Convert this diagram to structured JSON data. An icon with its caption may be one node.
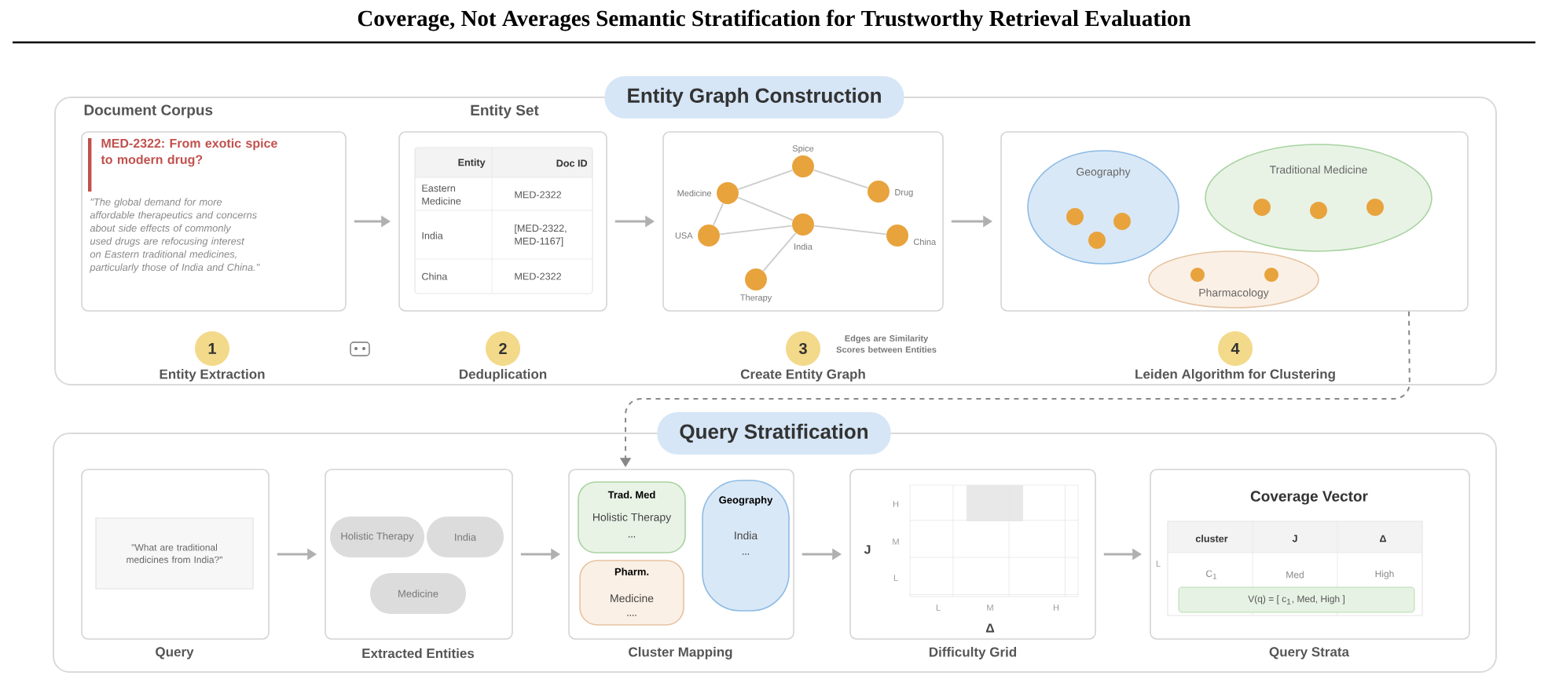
{
  "diagram": {
    "title": "Coverage, Not Averages Semantic Stratification for Trustworthy Retrieval Evaluation",
    "nodes": [
      {
        "text": [
          "Entity Graph Construction"
        ]
      },
      {
        "text": [
          "Document Corpus",
          "MED-2322: From exotic spice to modern drug?",
          "\"The global demand for more affordable therapeutics and concerns about side effects of commonly used drugs are refocusing interest on Eastern traditional medicines, particularly those of India and China.\""
        ],
        "in": 0
      },
      {
        "text": [
          "Entity Set"
        ],
        "in": 0
      },
      {
        "text": [],
        "shape": "box",
        "in": 0
      },
      {
        "text": [],
        "shape": "circle",
        "beside": [
          "Spice"
        ],
        "in": 3
      },
      {
        "text": [],
        "shape": "circle",
        "beside": [
          "Medicine"
        ],
        "in": 3
      },
      {
        "text": [],
        "shape": "circle",
        "beside": [
          "Drug"
        ],
        "in": 3
      },
      {
        "text": [],
        "shape": "circle",
        "beside": [
          "USA"
        ],
        "in": 3
      },
      {
        "text": [],
        "shape": "circle",
        "beside": [
          "India"
        ],
        "in": 3
      },
      {
        "text": [],
        "shape": "circle",
        "beside": [
          "China"
        ],
        "in": 3
      },
      {
        "text": [],
        "shape": "circle",
        "beside": [
          "Therapy"
        ],
        "in": 3
      },
      {
        "text": [],
        "shape": "box",
        "in": 0
      },
      {
        "text": [
          "Geography"
        ],
        "in": 11
      },
      {
        "text": [],
        "shape": "circle",
        "in": 12
      },
      {
        "text": [],
        "shape": "circle",
        "in": 12
      },
      {
        "text": [],
        "shape": "circle",
        "in": 12
      },
      {
        "text": [
          "Traditional Medicine"
        ],
        "in": 11
      },
      {
        "text": [],
        "shape": "circle",
        "in": 16
      },
      {
        "text": [],
        "shape": "circle",
        "in": 16
      },
      {
        "text": [],
        "shape": "circle",
        "in": 16
      },
      {
        "text": [
          "Pharmacology"
        ],
        "in": 11
      },
      {
        "text": [],
        "shape": "circle",
        "in": 20
      },
      {
        "text": [],
        "shape": "circle",
        "in": 20
      },
      {
        "text": [
          "1"
        ],
        "beside": [
          "Entity Extraction"
        ],
        "in": 0
      },
      {
        "text": [
          "2"
        ],
        "beside": [
          "Deduplication"
        ],
        "in": 0
      },
      {
        "text": [
          "3"
        ],
        "beside": [
          "Edges are Similarity Scores between Entities",
          "Create Entity Graph"
        ],
        "in": 0
      },
      {
        "text": [
          "4"
        ],
        "beside": [
          "Leiden Algorithm for Clustering"
        ],
        "in": 0
      },
      {
        "text": [
          "Query Stratification"
        ]
      },
      {
        "text": [
          "Query"
        ],
        "in": 27
      },
      {
        "text": [
          "\"What are traditional medicines from India?\""
        ],
        "in": 28
      },
      {
        "text": [
          "Extracted Entities"
        ],
        "in": 27
      },
      {
        "text": [
          "Holistic Therapy"
        ],
        "in": 30
      },
      {
        "text": [
          "India"
        ],
        "in": 30
      },
      {
        "text": [
          "Medicine"
        ],
        "in": 30
      },
      {
        "text": [
          "Cluster Mapping"
        ],
        "in": 27
      },
      {
        "text": [
          "Trad. Med",
          "Holistic Therapy",
          "..."
        ],
        "in": 34
      },
      {
        "text": [
          "Geography",
          "India",
          "..."
        ],
        "in": 34
      },
      {
        "text": [
          "Pharm.",
          "Medicine",
          "...."
        ],
        "in": 34
      },
      {
        "text": [
          "Difficulty Grid"
        ],
        "in": 27
      },
      {
        "text": [
          "Coverage Vector",
          "Query Strata"
        ],
        "in": 27
      }
    ],
    "edges": [
      {
        "from": 1,
        "to": 2,
        "arrow": "to"
      },
      {
        "from": 2,
        "to": 3,
        "arrow": "to"
      },
      {
        "from": 3,
        "to": 11,
        "arrow": "to"
      },
      {
        "from": 4,
        "to": 5,
        "arrow": "none"
      },
      {
        "from": 4,
        "to": 6,
        "arrow": "none"
      },
      {
        "from": 5,
        "to": 8,
        "arrow": "none"
      },
      {
        "from": 5,
        "to": 7,
        "arrow": "none"
      },
      {
        "from": 7,
        "to": 8,
        "arrow": "none"
      },
      {
        "from": 8,
        "to": 9,
        "arrow": "none"
      },
      {
        "from": 8,
        "to": 10,
        "arrow": "none"
      },
      {
        "from": 11,
        "to": 34,
        "arrow": "to",
        "style": "dashed"
      },
      {
        "from": 28,
        "to": 30,
        "arrow": "to"
      },
      {
        "from": 30,
        "to": 34,
        "arrow": "to"
      },
      {
        "from": 34,
        "to": 38,
        "arrow": "to"
      },
      {
        "from": 38,
        "to": 39,
        "arrow": "to"
      }
    ],
    "labels": [
      "Entity",
      "Doc ID",
      "Eastern Medicine",
      "MED-2322",
      "India",
      "[MED-2322, MED-1167]",
      "China",
      "MED-2322",
      "H",
      "M",
      "L",
      "J",
      "L",
      "M",
      "H",
      "Δ",
      "L",
      "cluster",
      "J",
      "Δ",
      "C$_{1}$",
      "Med",
      "High",
      "V(q) = [ c$_{1}$, Med, High ]"
    ]
  }
}
